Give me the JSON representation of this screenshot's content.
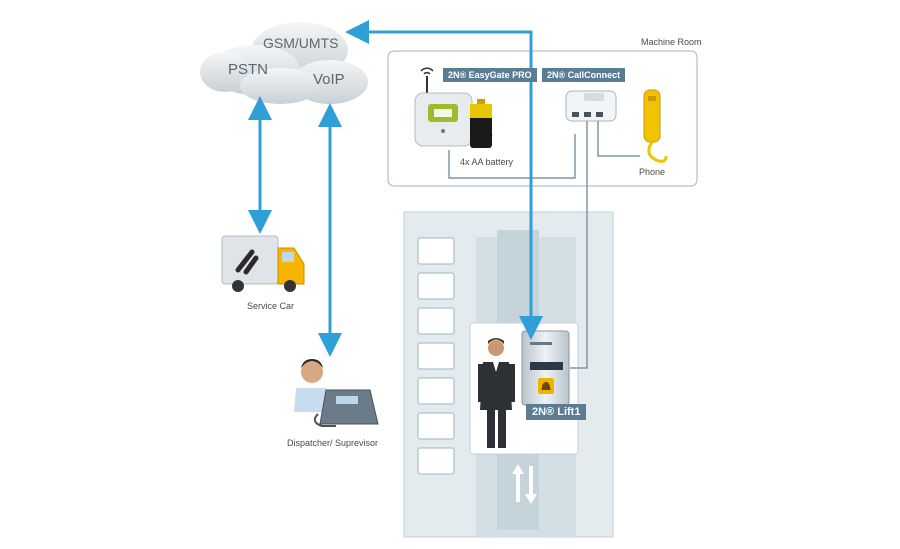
{
  "clouds": {
    "gsm": "GSM/UMTS",
    "pstn": "PSTN",
    "voip": "VoIP"
  },
  "machine_room": {
    "title": "Machine Room",
    "easygate_label": "2N® EasyGate PRO",
    "battery_caption": "4x AA battery",
    "battery_text": "AA",
    "callconnect_label": "2N® CallConnect",
    "phone_caption": "Phone"
  },
  "service_car": {
    "caption": "Service Car"
  },
  "dispatcher": {
    "caption": "Dispatcher/ Suprevisor"
  },
  "lift": {
    "label": "2N® Lift1"
  },
  "colors": {
    "arrow_blue": "#2f9fd8",
    "tag_bg": "#5a7d94",
    "line_gray": "#7f97a8",
    "shaft_bg": "#e3ebef",
    "phone_yellow": "#f2c300"
  },
  "icons": [
    "cloud-icon",
    "antenna-icon",
    "battery-icon",
    "truck-icon",
    "wrench-icon",
    "phone-icon",
    "desk-phone-icon",
    "up-down-arrow-icon",
    "bell-icon"
  ]
}
